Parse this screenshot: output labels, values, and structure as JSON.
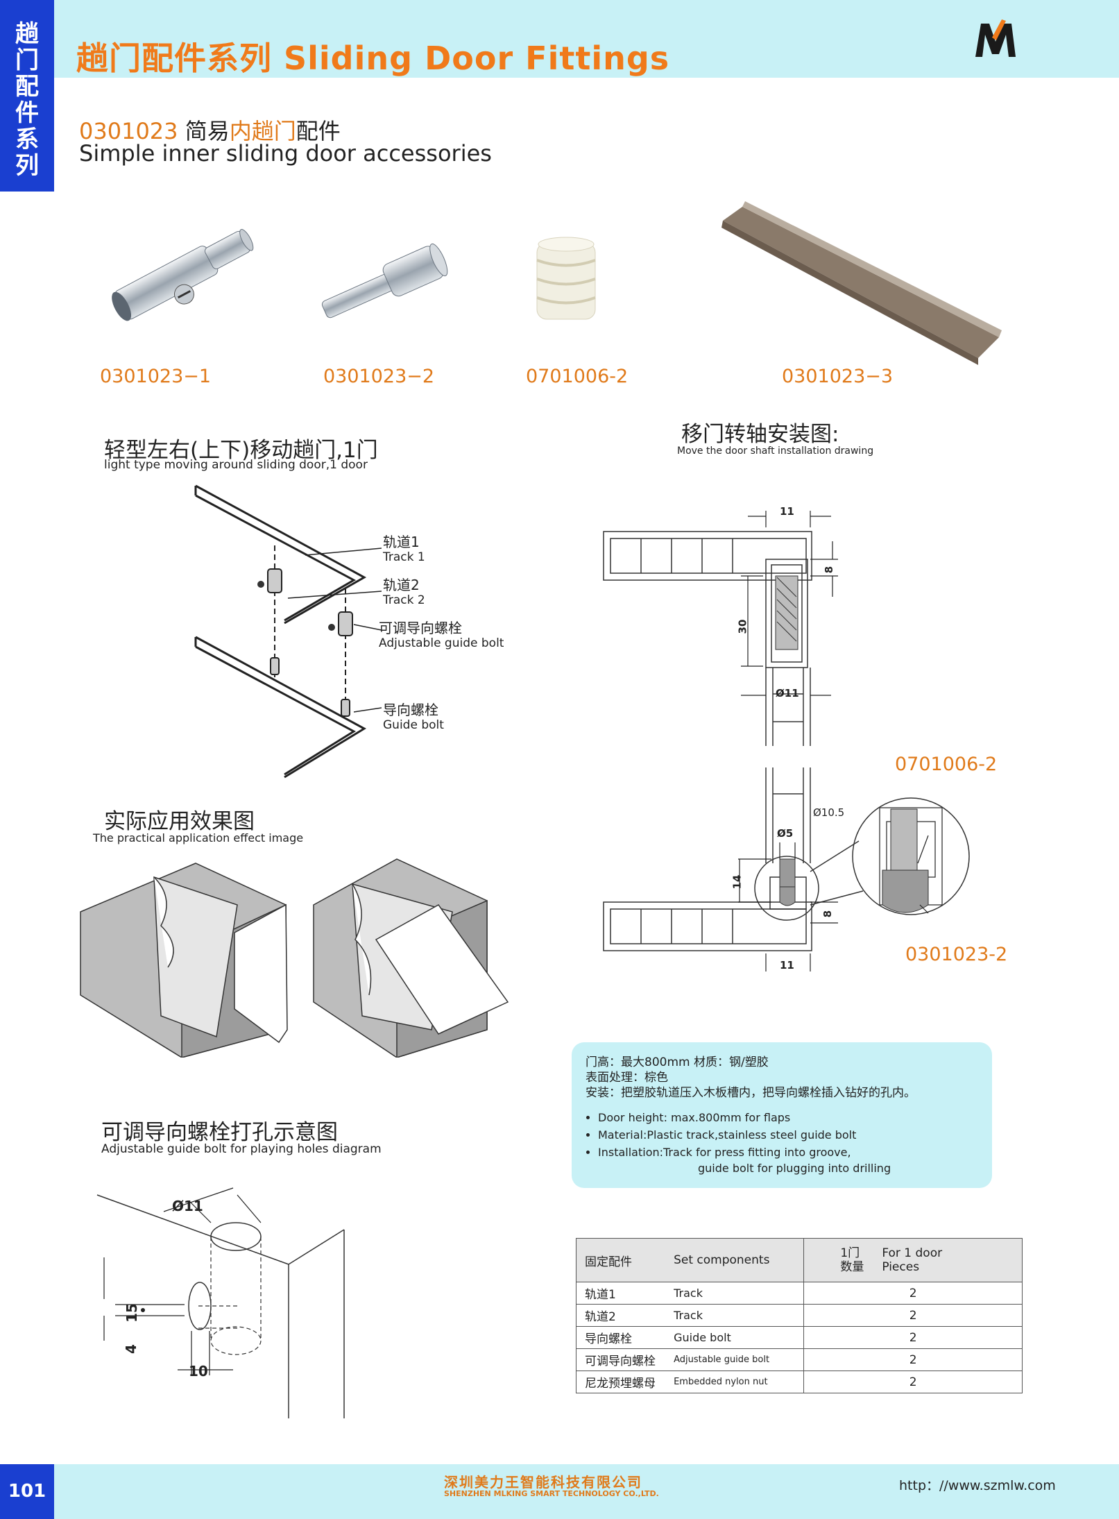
{
  "header": {
    "side_tab": [
      "趟",
      "门",
      "配",
      "件",
      "系",
      "列"
    ],
    "title": "趟门配件系列 Sliding Door Fittings"
  },
  "product": {
    "code": "0301023",
    "name_cn_1": "简易",
    "name_cn_2": "内趟门",
    "name_cn_3": "配件",
    "name_en": "Simple inner sliding door accessories"
  },
  "parts": [
    "0301023−1",
    "0301023−2",
    "0701006-2",
    "0301023−3"
  ],
  "sections": {
    "layout_cn": "轻型左右(上下)移动趟门,1门",
    "layout_en": "light type moving around sliding door,1 door",
    "install_cn": "移门转轴安装图:",
    "install_en": "Move the door shaft installation drawing",
    "effect_cn": "实际应用效果图",
    "effect_en": "The practical application effect image",
    "holes_cn": "可调导向螺栓打孔示意图",
    "holes_en": "Adjustable guide bolt for playing holes diagram"
  },
  "callouts": [
    {
      "cn": "轨道1",
      "en": "Track 1"
    },
    {
      "cn": "轨道2",
      "en": "Track 2"
    },
    {
      "cn": "可调导向螺栓",
      "en": "Adjustable guide bolt"
    },
    {
      "cn": "导向螺栓",
      "en": "Guide bolt"
    }
  ],
  "dimensions": {
    "d_top_11": "11",
    "d_top_8": "8",
    "d_30": "30",
    "d_phi11": "Ø11",
    "d_phi105": "Ø10.5",
    "d_phi5": "Ø5",
    "d_14": "14",
    "d_bot_8": "8",
    "d_bot_11": "11",
    "detail_label_top": "0701006-2",
    "detail_label_bot": "0301023-2",
    "hole_phi11": "Ø11",
    "hole_15": "15",
    "hole_4": "4",
    "hole_10": "10"
  },
  "specs": {
    "cn_line1": "门高：最大800mm     材质：钢/塑胶",
    "cn_line2": "表面处理：棕色",
    "cn_line3": "安装：把塑胶轨道压入木板槽内，把导向螺栓插入钻好的孔内。",
    "en_items": [
      "Door height: max.800mm for flaps",
      "Material:Plastic track,stainless steel guide bolt",
      "Installation:Track for press fitting into groove,"
    ],
    "en_cont": "guide bolt for plugging into drilling"
  },
  "components_table": {
    "head_cn": "固定配件",
    "head_en": "Set components",
    "head_qty_cn_1": "1门",
    "head_qty_cn_2": "数量",
    "head_qty_en_1": "For 1 door",
    "head_qty_en_2": "Pieces",
    "rows": [
      {
        "cn": "轨道1",
        "en": "Track",
        "qty": "2"
      },
      {
        "cn": "轨道2",
        "en": "Track",
        "qty": "2"
      },
      {
        "cn": "导向螺栓",
        "en": "Guide  bolt",
        "qty": "2"
      },
      {
        "cn": "可调导向螺栓",
        "en": "Adjustable guide bolt",
        "qty": "2"
      },
      {
        "cn": "尼龙预埋螺母",
        "en": "Embedded nylon nut",
        "qty": "2"
      }
    ]
  },
  "footer": {
    "page": "101",
    "company_cn": "深圳美力王智能科技有限公司",
    "company_en": "SHENZHEN MLKING SMART TECHNOLOGY CO.,LTD.",
    "url": "http：//www.szmlw.com"
  }
}
